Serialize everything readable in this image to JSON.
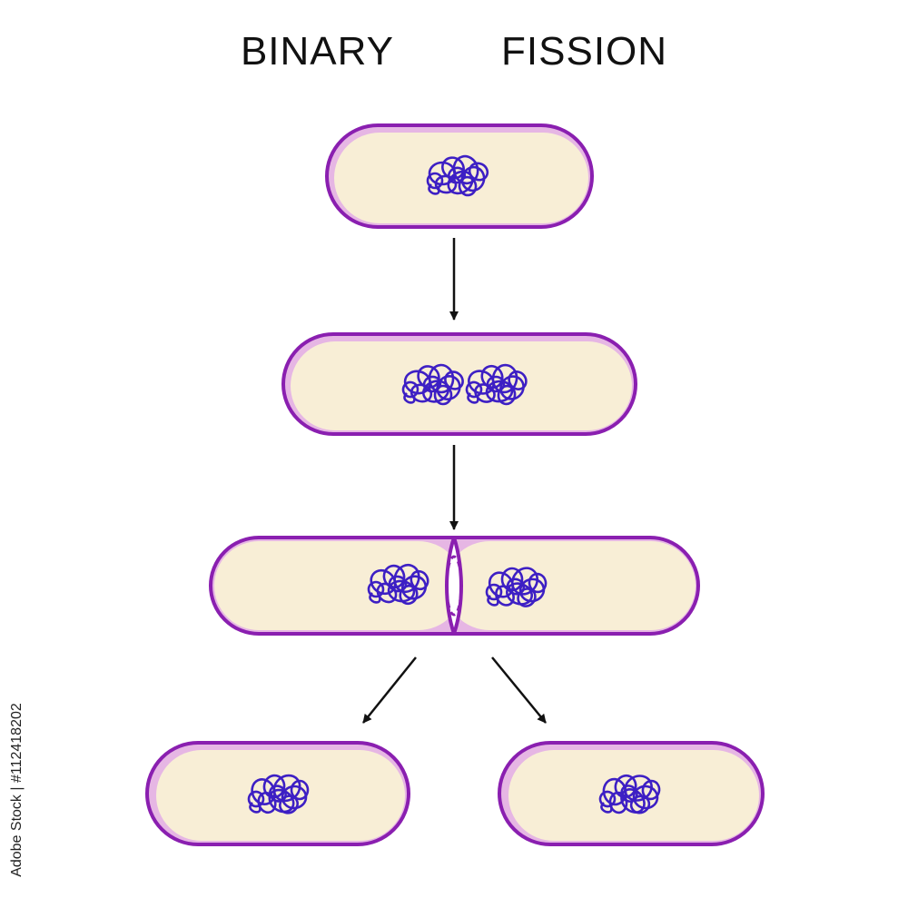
{
  "title": "BINARY FISSION",
  "side_id": "Adobe Stock | #112418202",
  "colors": {
    "membrane": "#8a1fb0",
    "inner_rim": "#e6b6e4",
    "cytoplasm": "#f8eed6",
    "dna": "#3d1fc4",
    "arrow": "#111111"
  },
  "stages": [
    {
      "name": "parent-cell",
      "dna_clusters": 1
    },
    {
      "name": "replicated-dna-cell",
      "dna_clusters": 2
    },
    {
      "name": "dividing-cell",
      "dna_clusters": 2
    },
    {
      "name": "daughter-cell-left",
      "dna_clusters": 1
    },
    {
      "name": "daughter-cell-right",
      "dna_clusters": 1
    }
  ]
}
